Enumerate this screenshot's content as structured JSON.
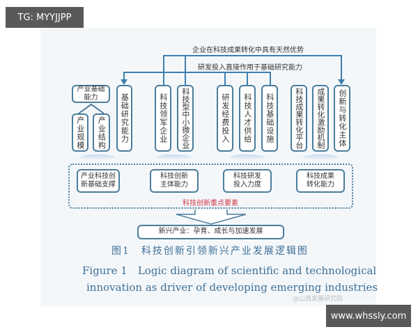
{
  "overlay_top": "TG: MYYJJPP",
  "overlay_bottom": "www.whssly.com",
  "top_labels": {
    "line1": "企业在科技成果转化中具有天然优势",
    "line2": "研发投入直接作用于基础研究能力"
  },
  "groups": [
    {
      "header": "产业基础能力",
      "items": [
        "产业规模",
        "产业结构",
        "基础研究能力"
      ],
      "summary": "产业科技创新基础支撑"
    },
    {
      "items": [
        "科技领军企业",
        "科技型中小微企业"
      ],
      "summary": "科技创新主体能力"
    },
    {
      "items": [
        "研发经费投入",
        "科技人才供给",
        "科技基础设施"
      ],
      "summary": "科技研发投入力度"
    },
    {
      "items": [
        "科技成果转化平台",
        "成果转化激励机制",
        "创新与转化主体"
      ],
      "summary": "科技成果转化能力"
    }
  ],
  "container_label": "科技创新重点要素",
  "outcome": "新兴产业：孕育、成长与加速发展",
  "caption_cn": "图1　科技创新引领新兴产业发展逻辑图",
  "caption_en1": "Figure 1　Logic diagram of scientific and technological",
  "caption_en2": "innovation as driver of developing emerging industries",
  "watermark": "@山西发展研究院",
  "colors": {
    "line": "#3d7fb0",
    "border": "#4a7c9c",
    "red": "#d0344a"
  }
}
